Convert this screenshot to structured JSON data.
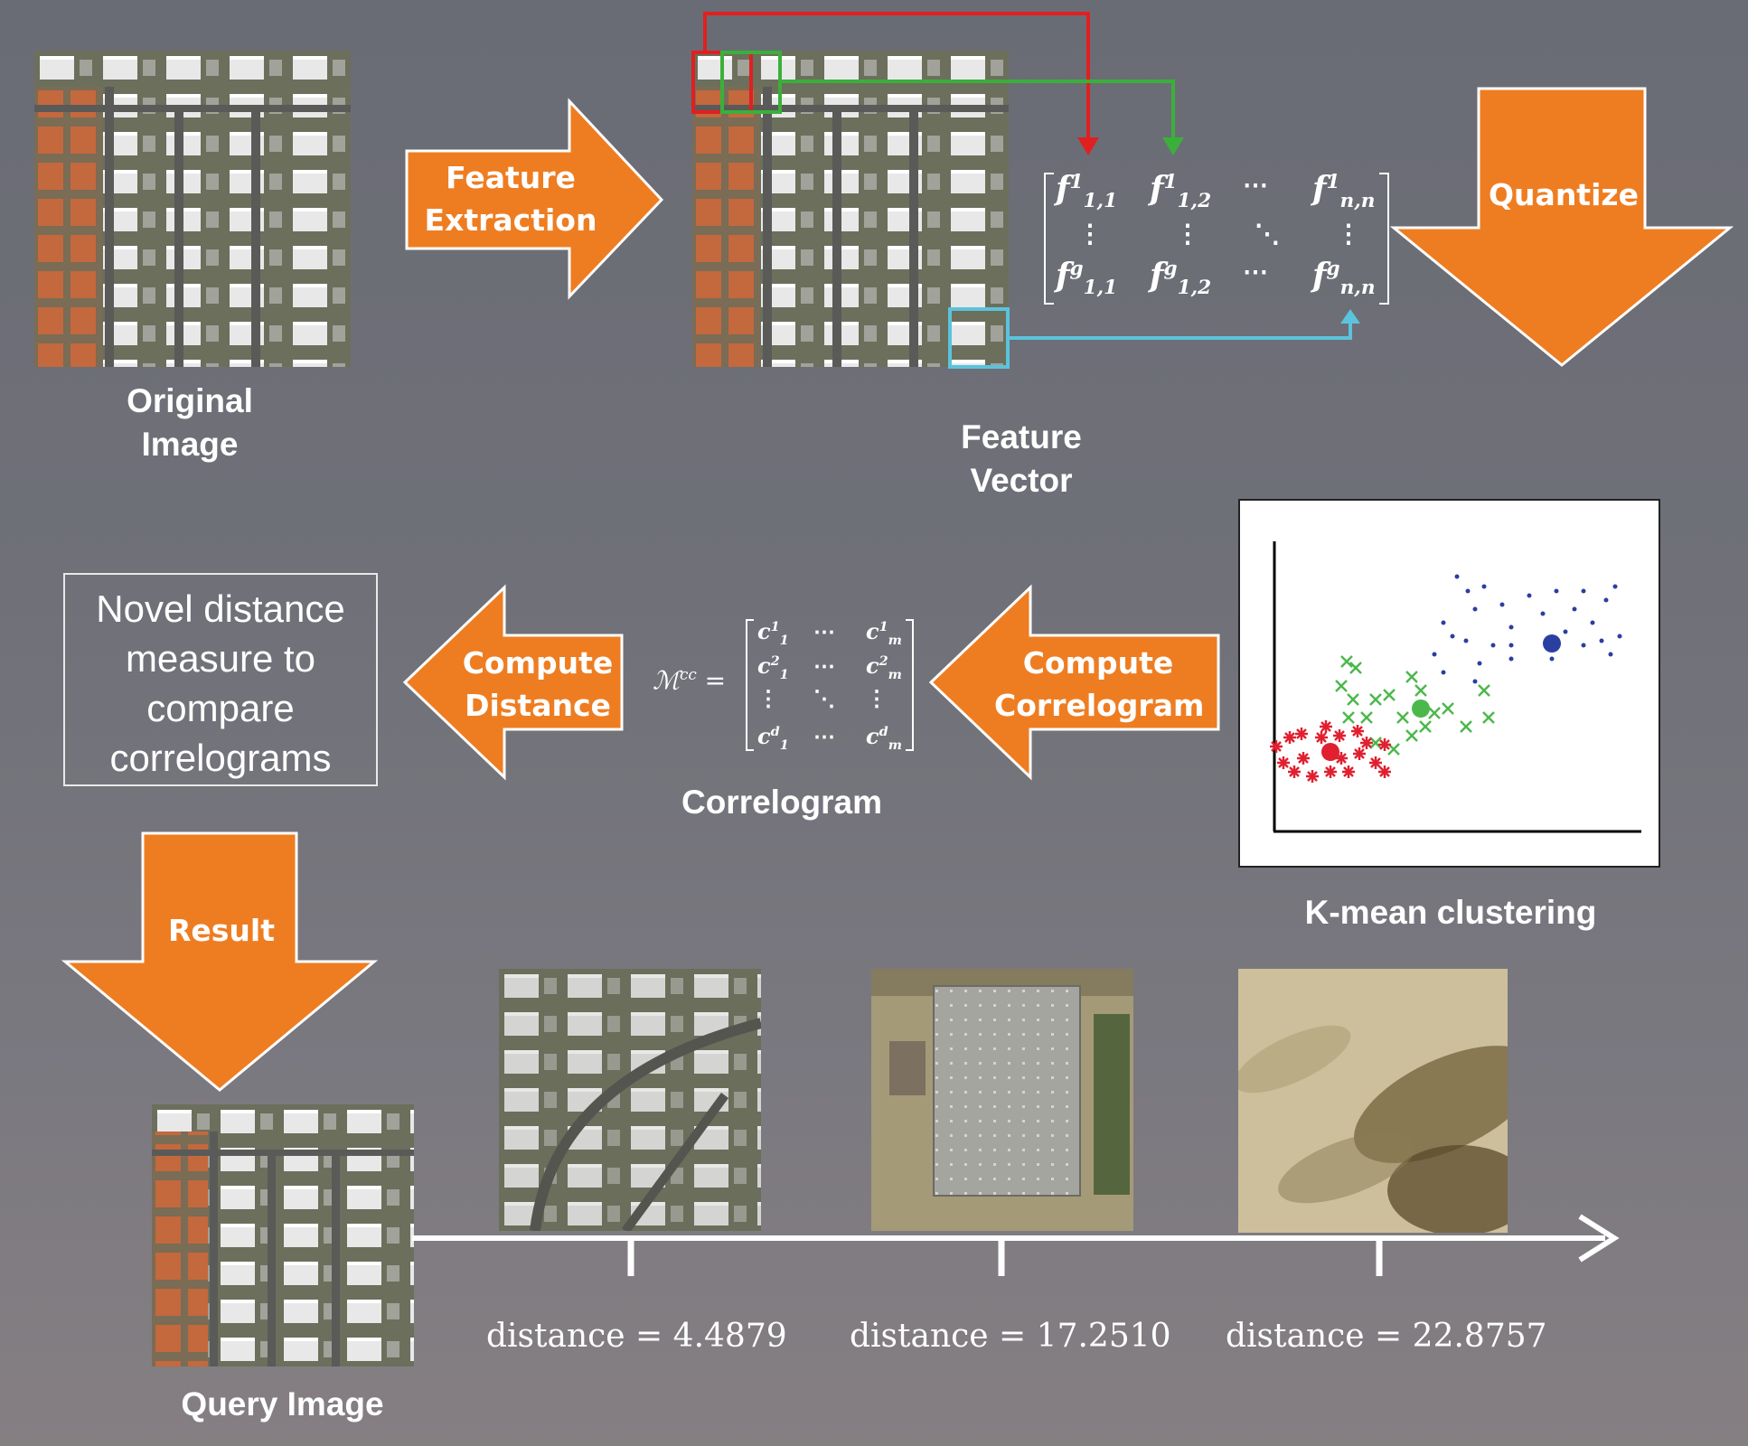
{
  "labels": {
    "original_image": "Original\nImage",
    "feature_vector": "Feature\nVector",
    "correlogram": "Correlogram",
    "kmeans": "K-mean clustering",
    "query_image": "Query Image"
  },
  "arrows": {
    "feature_extraction": "Feature\nExtraction",
    "quantize": "Quantize",
    "compute_correlogram": "Compute\nCorrelogram",
    "compute_distance": "Compute\nDistance",
    "result": "Result"
  },
  "novel_box": "Novel distance\nmeasure to\ncompare\ncorrelograms",
  "matrix": {
    "row1": [
      "f",
      "f",
      "⋯",
      "f"
    ],
    "row1_sup": [
      "1",
      "1",
      "",
      "1"
    ],
    "row1_sub": [
      "1,1",
      "1,2",
      "",
      "n,n"
    ],
    "row3_sup": [
      "g",
      "g",
      "",
      "g"
    ],
    "dots": [
      "⋮",
      "⋮",
      "⋱",
      "⋮"
    ]
  },
  "correlogram_formula": {
    "lhs": "ℳ",
    "lhs_sup": "cc",
    "eq": "=",
    "cells": [
      [
        "c",
        "⋯",
        "c"
      ],
      [
        "c",
        "⋯",
        "c"
      ],
      [
        "⋮",
        "⋱",
        "⋮"
      ],
      [
        "c",
        "⋯",
        "c"
      ]
    ],
    "sups": [
      [
        "1",
        "",
        "1"
      ],
      [
        "2",
        "",
        "2"
      ],
      [
        "",
        "",
        ""
      ],
      [
        "d",
        "",
        "d"
      ]
    ],
    "subs": [
      [
        "1",
        "",
        "m"
      ],
      [
        "1",
        "",
        "m"
      ],
      [
        "",
        "",
        ""
      ],
      [
        "1",
        "",
        "m"
      ]
    ]
  },
  "distances": [
    "distance = 4.4879",
    "distance = 17.2510",
    "distance = 22.8757"
  ],
  "colors": {
    "arrow": "#ee7d22",
    "red_box": "#e02020",
    "green_box": "#3ab03a",
    "cyan_box": "#5bc3dc",
    "cluster_red": "#e02030",
    "cluster_green": "#4cb84c",
    "cluster_blue": "#2a3fa0"
  }
}
